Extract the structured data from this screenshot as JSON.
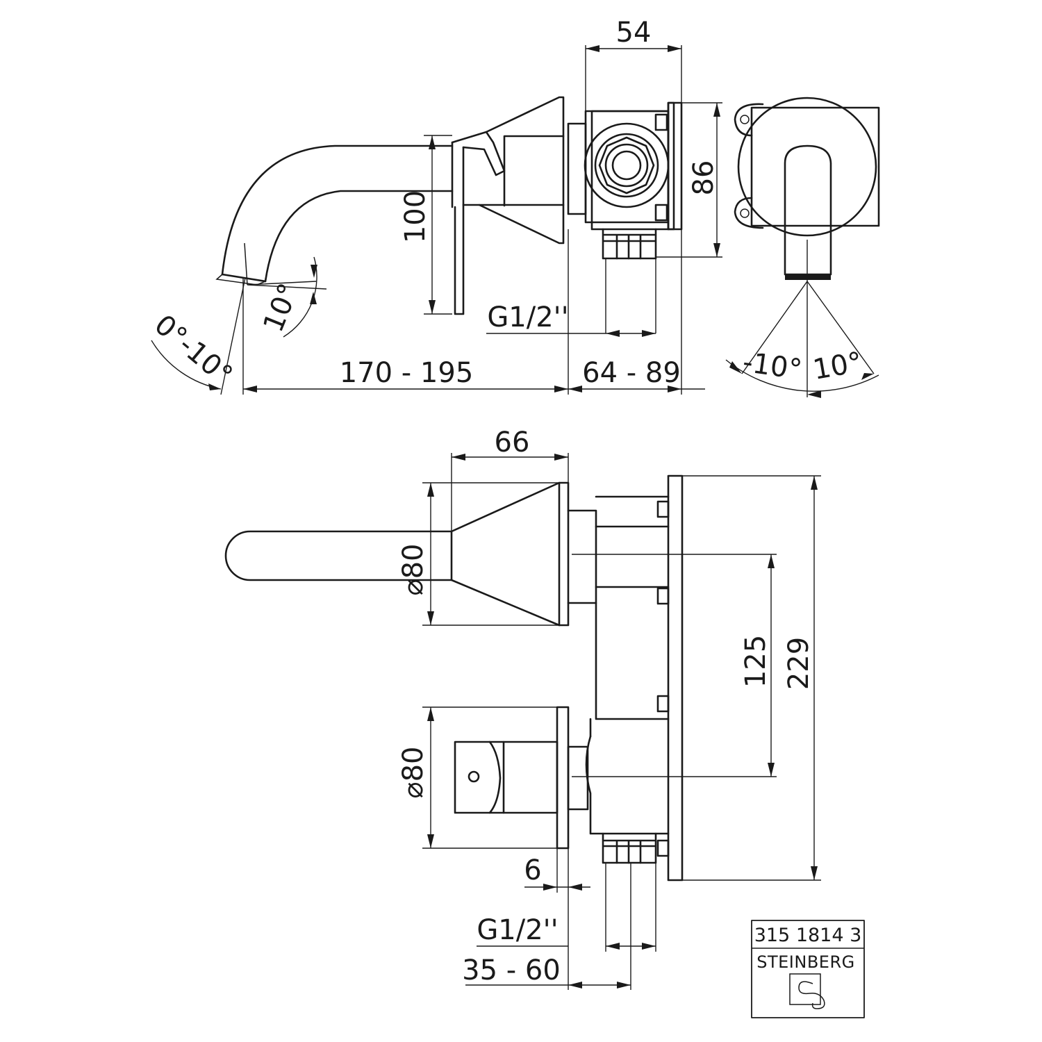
{
  "side_view": {
    "dim_top": "54",
    "dim_body_height": "86",
    "dim_spout_drop": "100",
    "dim_spout_angle": "10°",
    "dim_spout_tilt": "0°-10°",
    "dim_thread": "G1/2''",
    "dim_projection": "170 - 195",
    "dim_depth": "64 - 89"
  },
  "front_view": {
    "dim_swivel_left": "-10°",
    "dim_swivel_right": "10°"
  },
  "top_view": {
    "dim_width": "66",
    "dim_escutcheon_top": "⌀80",
    "dim_escutcheon_bottom": "⌀80",
    "dim_centres": "125",
    "dim_plate_height": "229",
    "dim_plate_thickness": "6",
    "dim_thread": "G1/2''",
    "dim_install_depth": "35 - 60"
  },
  "title_block": {
    "article_number": "315 1814 3",
    "brand": "STEINBERG"
  }
}
